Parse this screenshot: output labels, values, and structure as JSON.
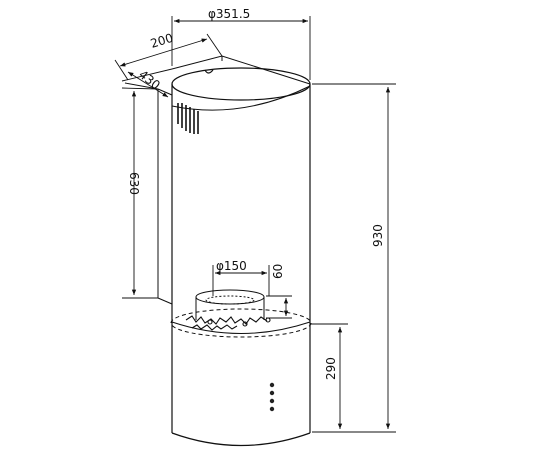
{
  "colors": {
    "line": "#111111",
    "dim": "#222222",
    "background": "#ffffff"
  },
  "dimensions": {
    "top_diameter": "φ351.5",
    "bracket_width": "200",
    "bracket_depth": "430",
    "chimney_height": "630",
    "total_height": "930",
    "outlet_diameter": "φ150",
    "outlet_height": "60",
    "canopy_height": "290"
  },
  "icons": {
    "control_buttons": [
      "button-dot",
      "button-dot",
      "button-dot",
      "button-dot"
    ]
  }
}
